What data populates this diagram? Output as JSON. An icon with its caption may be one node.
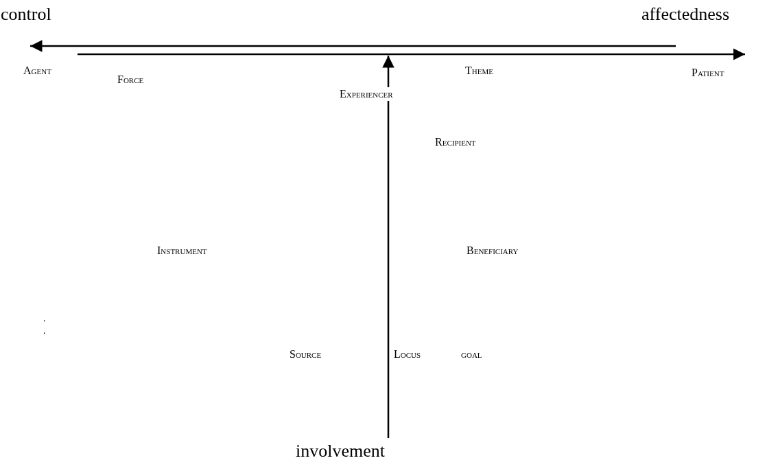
{
  "diagram": {
    "labels": [
      "control",
      "affectedness",
      "Agent",
      "Theme",
      "Patient",
      "Force",
      "Experiencer",
      "Recipient",
      "Instrument",
      "Beneficiary",
      ".",
      ".",
      "Source",
      "Locus",
      "goal",
      "involvement"
    ]
  }
}
